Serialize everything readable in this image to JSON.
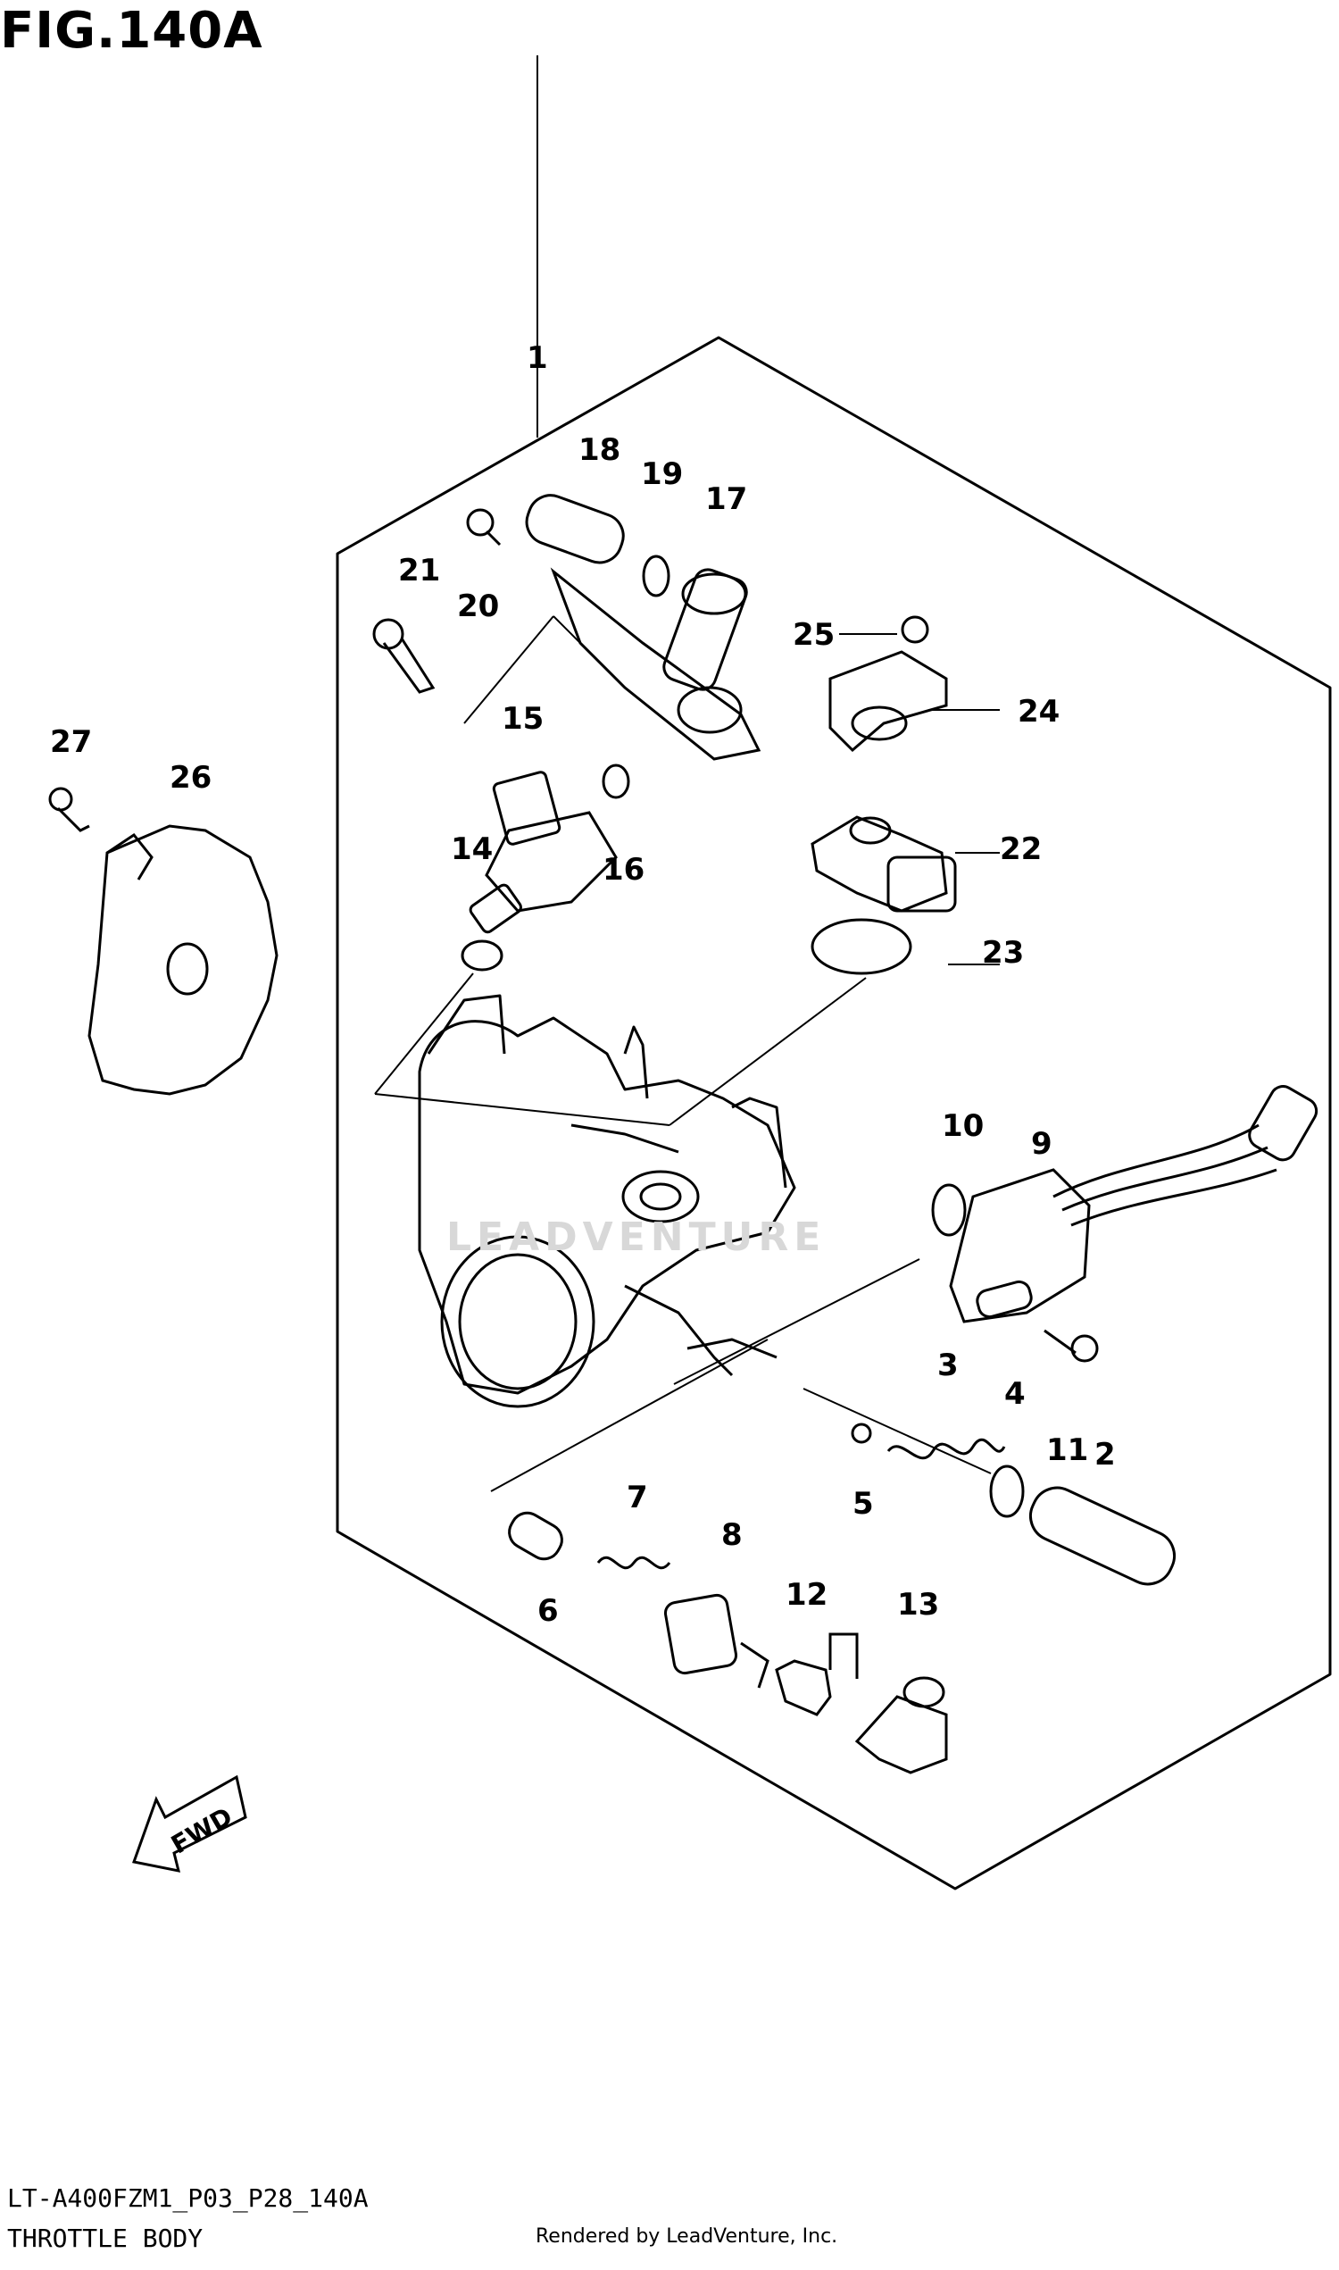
{
  "figure": {
    "title": "FIG.140A",
    "model_code": "LT-A400FZM1_P03_P28_140A",
    "section_name": "THROTTLE BODY",
    "rendered_by": "Rendered by LeadVenture, Inc.",
    "watermark": "LEADVENTURE"
  },
  "direction_arrow": {
    "label": "FWD"
  },
  "callouts": [
    "1",
    "2",
    "3",
    "4",
    "5",
    "6",
    "7",
    "8",
    "9",
    "10",
    "11",
    "12",
    "13",
    "14",
    "15",
    "16",
    "17",
    "18",
    "19",
    "20",
    "21",
    "22",
    "23",
    "24",
    "25",
    "26",
    "27"
  ]
}
